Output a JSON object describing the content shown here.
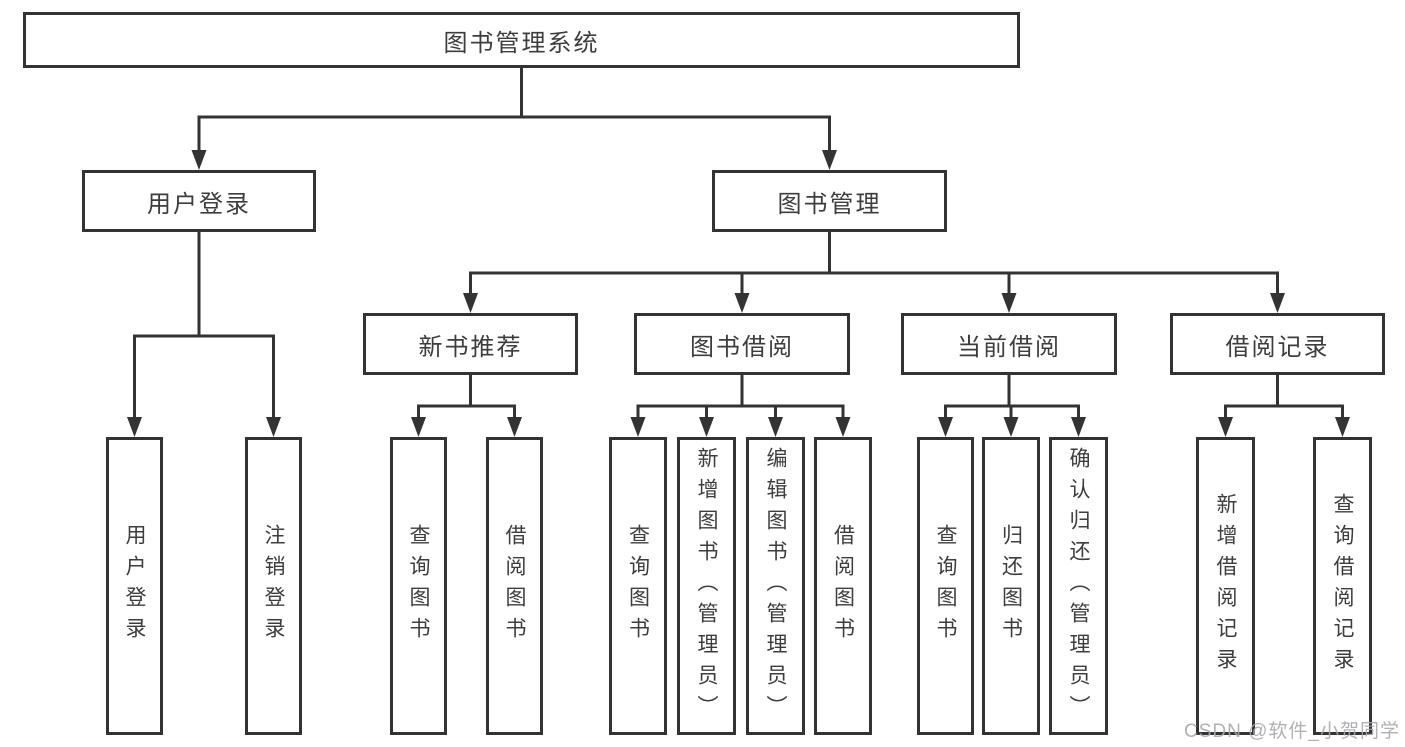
{
  "diagram": {
    "root": "图书管理系统",
    "branches": [
      {
        "label": "用户登录",
        "children": [
          "用户登录",
          "注销登录"
        ]
      },
      {
        "label": "图书管理",
        "sections": [
          {
            "label": "新书推荐",
            "children": [
              "查询图书",
              "借阅图书"
            ]
          },
          {
            "label": "图书借阅",
            "children": [
              "查询图书",
              "新增图书（管理员）",
              "编辑图书（管理员）",
              "借阅图书"
            ]
          },
          {
            "label": "当前借阅",
            "children": [
              "查询图书",
              "归还图书",
              "确认归还（管理员）"
            ]
          },
          {
            "label": "借阅记录",
            "children": [
              "新增借阅记录",
              "查询借阅记录"
            ]
          }
        ]
      }
    ]
  },
  "watermark": {
    "text": "CSDN @软件_小贺同学"
  }
}
